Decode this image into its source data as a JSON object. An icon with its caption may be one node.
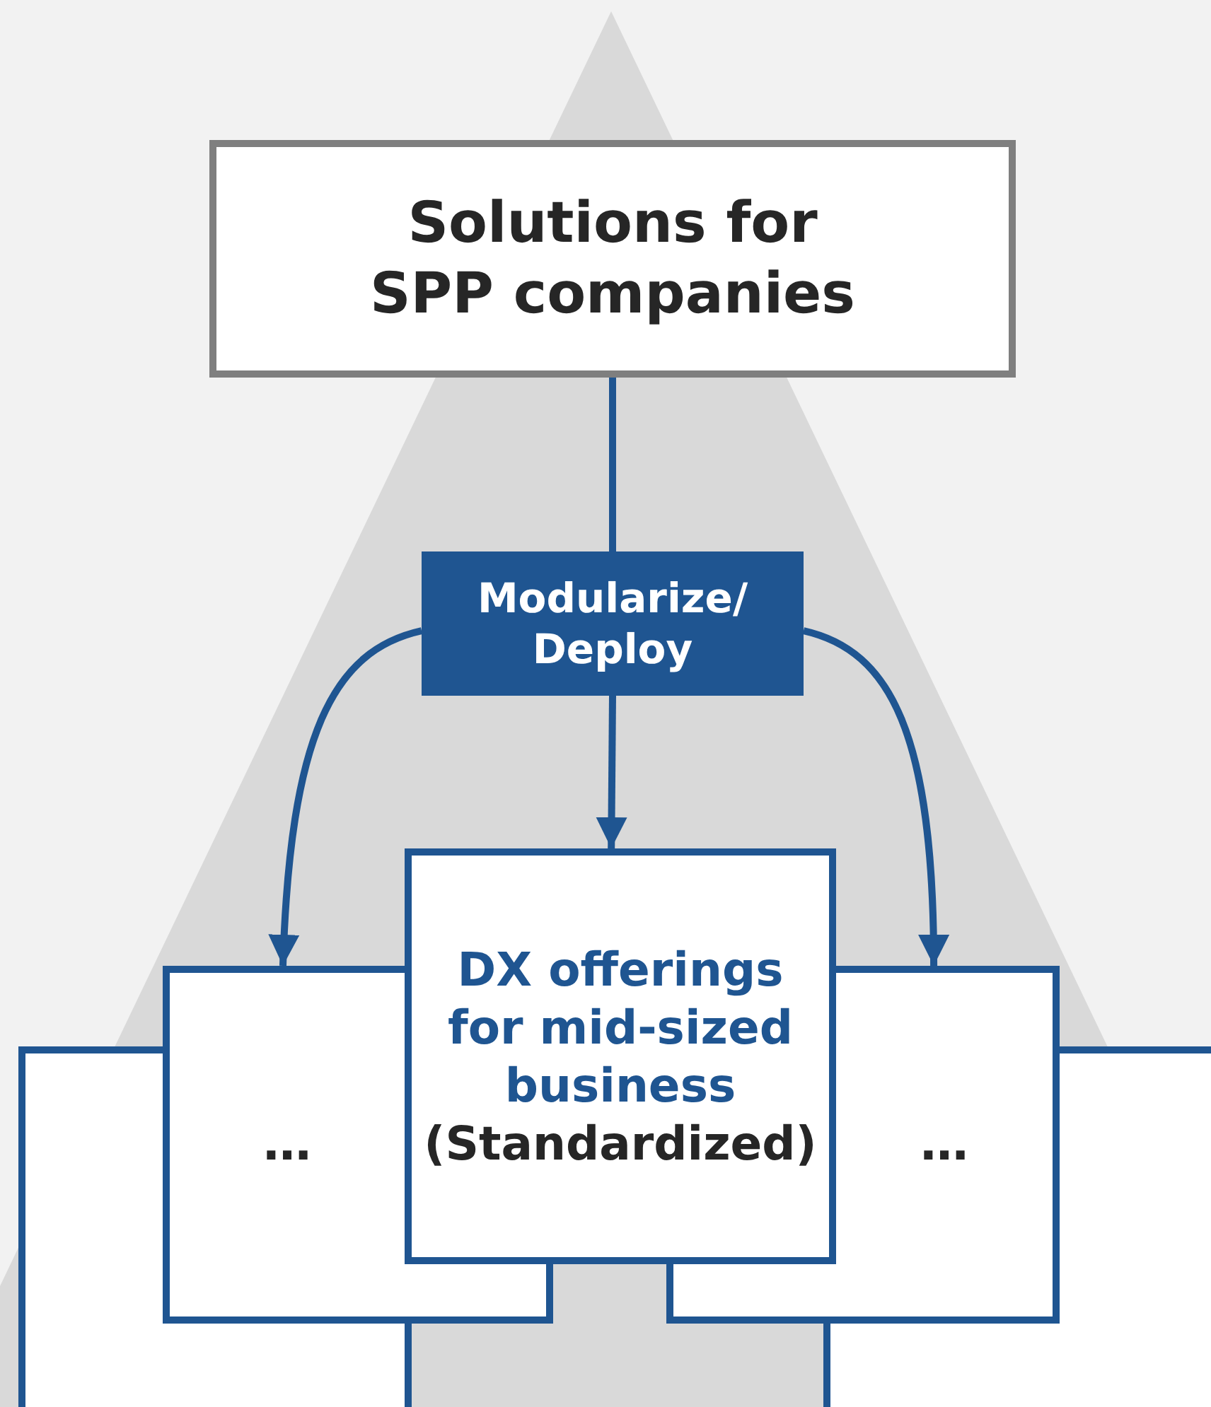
{
  "diagram": {
    "nodes": [
      {
        "text": [
          "Solutions for SPP companies"
        ]
      },
      {
        "text": [
          "Modularize/ Deploy"
        ]
      },
      {
        "text": [],
        "shape": "box"
      },
      {
        "text": [
          "…"
        ]
      },
      {
        "text": [
          "DX offerings for mid-sized business",
          "(Standardized)"
        ]
      },
      {
        "text": [
          "…"
        ]
      },
      {
        "text": [],
        "shape": "box"
      }
    ],
    "edges": [
      {
        "from": 0,
        "to": 1,
        "arrow": "none"
      },
      {
        "from": 1,
        "to": 4,
        "arrow": "to"
      },
      {
        "from": 1,
        "to": 3,
        "arrow": "to"
      },
      {
        "from": 1,
        "to": 5,
        "arrow": "to"
      }
    ]
  }
}
